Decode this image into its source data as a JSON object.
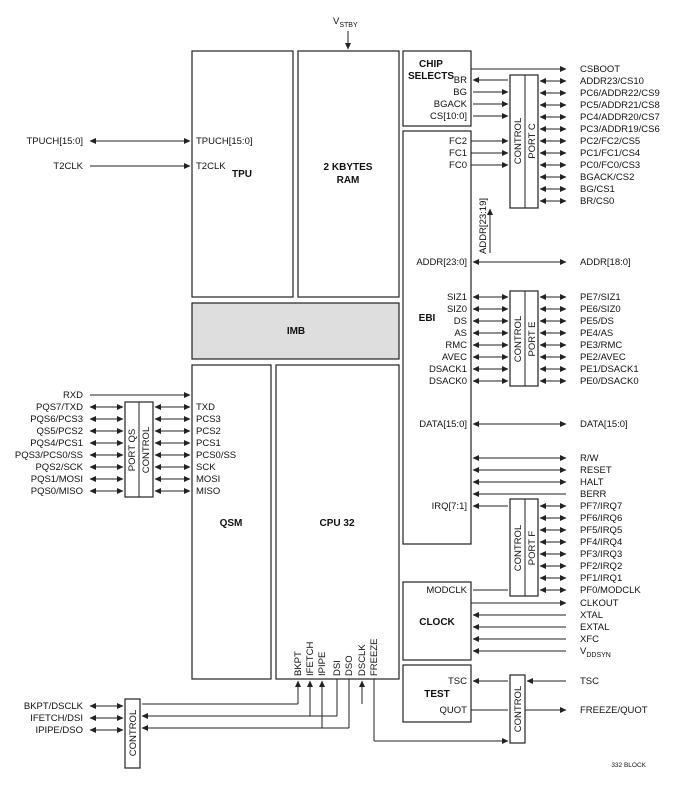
{
  "blocks": {
    "tpu": "TPU",
    "ram_line1": "2 KBYTES",
    "ram_line2": "RAM",
    "imb": "IMB",
    "qsm": "QSM",
    "cpu": "CPU 32",
    "chip_selects_line1": "CHIP",
    "chip_selects_line2": "SELECTS",
    "ebi": "EBI",
    "clock": "CLOCK",
    "test": "TEST"
  },
  "power": {
    "vstby_main": "V",
    "vstby_sub": "STBY",
    "vddsyn_main": "V",
    "vddsyn_sub": "DDSYN"
  },
  "tpu_signals": {
    "tpuch_ext": "TPUCH[15:0]",
    "tpuch_int": "TPUCH[15:0]",
    "t2clk_ext": "T2CLK",
    "t2clk_int": "T2CLK"
  },
  "port_qs": {
    "port": "PORT QS",
    "control": "CONTROL"
  },
  "qsm_external": [
    "RXD",
    "PQS7/TXD",
    "PQS6/PCS3",
    "QS5/PCS2",
    "PQS4/PCS1",
    "PQS3/PCS0/SS",
    "PQS2/SCK",
    "PQS1/MOSI",
    "PQS0/MISO"
  ],
  "qsm_internal": [
    "TXD",
    "PCS3",
    "PCS2",
    "PCS1",
    "PCS0/SS",
    "SCK",
    "MOSI",
    "MISO"
  ],
  "cpu_bottom": [
    "BKPT",
    "IFETCH",
    "IPIPE",
    "DSI",
    "DSO",
    "DSCLK",
    "FREEZE"
  ],
  "debug_external": [
    "BKPT/DSCLK",
    "IFETCH/DSI",
    "IPIPE/DSO"
  ],
  "debug_control": "CONTROL",
  "chip_select_internal": [
    "BR",
    "BG",
    "BGACK",
    "CS[10:0]"
  ],
  "ebi_fc": [
    "FC2",
    "FC1",
    "FC0"
  ],
  "port_c": {
    "port": "PORT C",
    "control": "CONTROL"
  },
  "port_c_external": [
    "CSBOOT",
    "ADDR23/CS10",
    "PC6/ADDR22/CS9",
    "PC5/ADDR21/CS8",
    "PC4/ADDR20/CS7",
    "PC3/ADDR19/CS6",
    "PC2/FC2/CS5",
    "PC1/FC1/CS4",
    "PC0/FC0/CS3",
    "BGACK/CS2",
    "BG/CS1",
    "BR/CS0"
  ],
  "addr": {
    "upper": "ADDR[23:19]",
    "internal": "ADDR[23:0]",
    "external": "ADDR[18:0]"
  },
  "ebi_port_e_internal": [
    "SIZ1",
    "SIZ0",
    "DS",
    "AS",
    "RMC",
    "AVEC",
    "DSACK1",
    "DSACK0"
  ],
  "port_e": {
    "port": "PORT E",
    "control": "CONTROL"
  },
  "port_e_external": [
    "PE7/SIZ1",
    "PE6/SIZ0",
    "PE5/DS",
    "PE4/AS",
    "PE3/RMC",
    "PE2/AVEC",
    "PE1/DSACK1",
    "PE0/DSACK0"
  ],
  "data": {
    "internal": "DATA[15:0]",
    "external": "DATA[15:0]"
  },
  "bus_control": [
    "R/W",
    "RESET",
    "HALT",
    "BERR"
  ],
  "irq_internal": "IRQ[7:1]",
  "port_f": {
    "port": "PORT F",
    "control": "CONTROL"
  },
  "port_f_external": [
    "PF7/IRQ7",
    "PF6/IRQ6",
    "PF5/IRQ5",
    "PF4/IRQ4",
    "PF3/IRQ3",
    "PF2/IRQ2",
    "PF1/IRQ1",
    "PF0/MODCLK"
  ],
  "clock_signals": {
    "modclk": "MODCLK",
    "clkout": "CLKOUT",
    "xtal": "XTAL",
    "extal": "EXTAL",
    "xfc": "XFC"
  },
  "test_signals": {
    "tsc_int": "TSC",
    "quot": "QUOT",
    "tsc_ext": "TSC",
    "freeze_quot": "FREEZE/QUOT",
    "control": "CONTROL"
  },
  "footer_label": "332 BLOCK"
}
